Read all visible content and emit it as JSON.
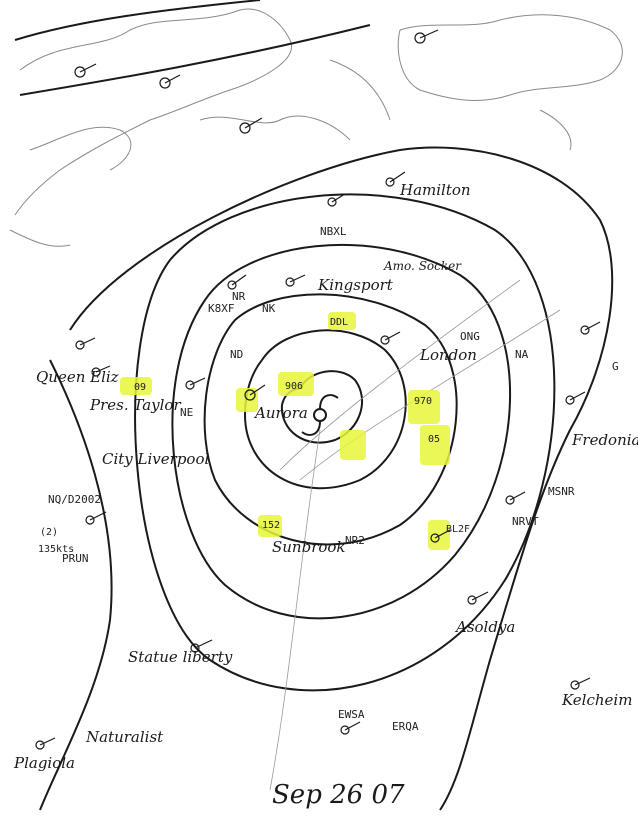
{
  "map": {
    "date_label": "Sep 26 07",
    "storm_symbol": "hurricane-symbol",
    "ship_names": [
      "Hamilton",
      "Kingsport",
      "Amo. Socker",
      "London",
      "Queen Eliz",
      "Pres. Taylor",
      "City Liverpool",
      "Aurora",
      "Fredonia",
      "Sunbrook",
      "Asoldya",
      "Statue liberty",
      "Naturalist",
      "Kelcheim",
      "Plagiola"
    ],
    "call_signs": [
      "NBXL",
      "K8XF",
      "NK",
      "NR",
      "ND",
      "DDL",
      "ONG",
      "NA",
      "MSNR",
      "BL2F",
      "EWSA",
      "ERQA",
      "NE",
      "PRUN",
      "NQ/D2002",
      "NR2",
      "NRVT",
      "G"
    ],
    "highlighted_obs": [
      "906",
      "09",
      "970",
      "05",
      "DDL",
      "BL2F",
      "152"
    ],
    "pressure_notes": [
      "135kts",
      "(2)"
    ],
    "colors": {
      "ink": "#1a1a1a",
      "highlight": "#e8f53a",
      "coast": "#8a8a8a"
    }
  }
}
